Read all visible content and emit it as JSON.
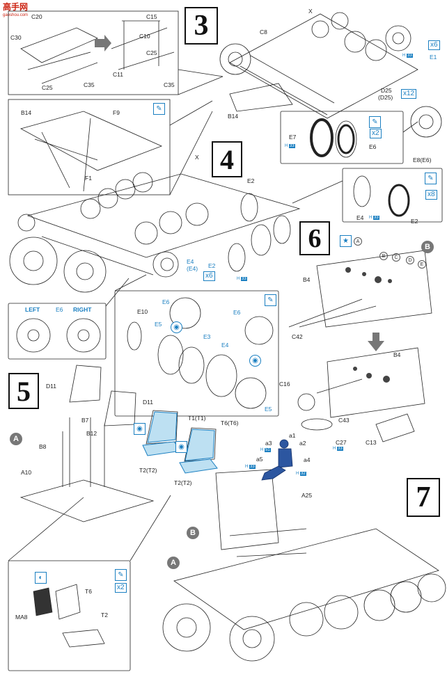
{
  "watermark": {
    "title": "高手网",
    "url": "gaoshou.com"
  },
  "steps": {
    "s3": "3",
    "s4": "4",
    "s5": "5",
    "s6": "6",
    "s7": "7"
  },
  "step3": {
    "inset_parts": [
      "C20",
      "C30",
      "C25",
      "C35",
      "C15",
      "C10",
      "C25",
      "C11",
      "C35"
    ],
    "part_c8": "C8",
    "part_x": "X",
    "part_b14": "B14",
    "part_e1": "E1",
    "qty_e1": "x6",
    "hnum_e1": "33",
    "part_d25": "D25",
    "part_d25b": "(D25)",
    "qty_d25": "x12",
    "part_e8": "E8(E6)",
    "part_e7": "E7",
    "part_e6": "E6",
    "qty_e7": "x2",
    "hnum_e7": "33",
    "detail_parts": {
      "b14": "B14",
      "f9": "F9",
      "f1": "F1"
    }
  },
  "step4": {
    "part_x": "X",
    "part_e2": "E2",
    "part_e4": "E4",
    "part_e4b": "(E4)",
    "part_e2b": "E2",
    "qty": "x6",
    "hnum": "33",
    "inset_e4": "E4",
    "inset_e2": "E2",
    "inset_qty": "x8",
    "inset_hnum": "33",
    "left_label": "LEFT",
    "right_label": "RIGHT",
    "e6": "E6",
    "exploded": {
      "e10": "E10",
      "e5": "E5",
      "e6": "E6",
      "e3": "E3",
      "e4": "E4",
      "e6b": "E6",
      "e5b": "E5"
    }
  },
  "step5": {
    "parts": {
      "d11a": "D11",
      "d11b": "D11",
      "b7": "B7",
      "b8": "B8",
      "b12": "B12",
      "a10": "A10",
      "t1": "T1(T1)",
      "t6": "T6(T6)",
      "t2a": "T2(T2)",
      "t2b": "T2(T2)",
      "a": "A"
    },
    "detail": {
      "t6": "T6",
      "t2": "T2",
      "ma8": "MA8",
      "qty": "x2"
    }
  },
  "step6": {
    "a": "A",
    "b": "B",
    "b4a": "B4",
    "b4b": "B4",
    "c42": "C42",
    "c16": "C16",
    "c43": "C43",
    "c27": "C27",
    "c13": "C13",
    "c27h": "33",
    "dials": [
      "B",
      "C",
      "D",
      "E"
    ]
  },
  "step7": {
    "a": "A",
    "b": "B",
    "a25": "A25",
    "figure": {
      "a1": "a1",
      "a2": "a2",
      "a3": "a3",
      "a4": "a4",
      "a5": "a5",
      "h51": "51",
      "h33": "33",
      "h32": "32"
    }
  }
}
